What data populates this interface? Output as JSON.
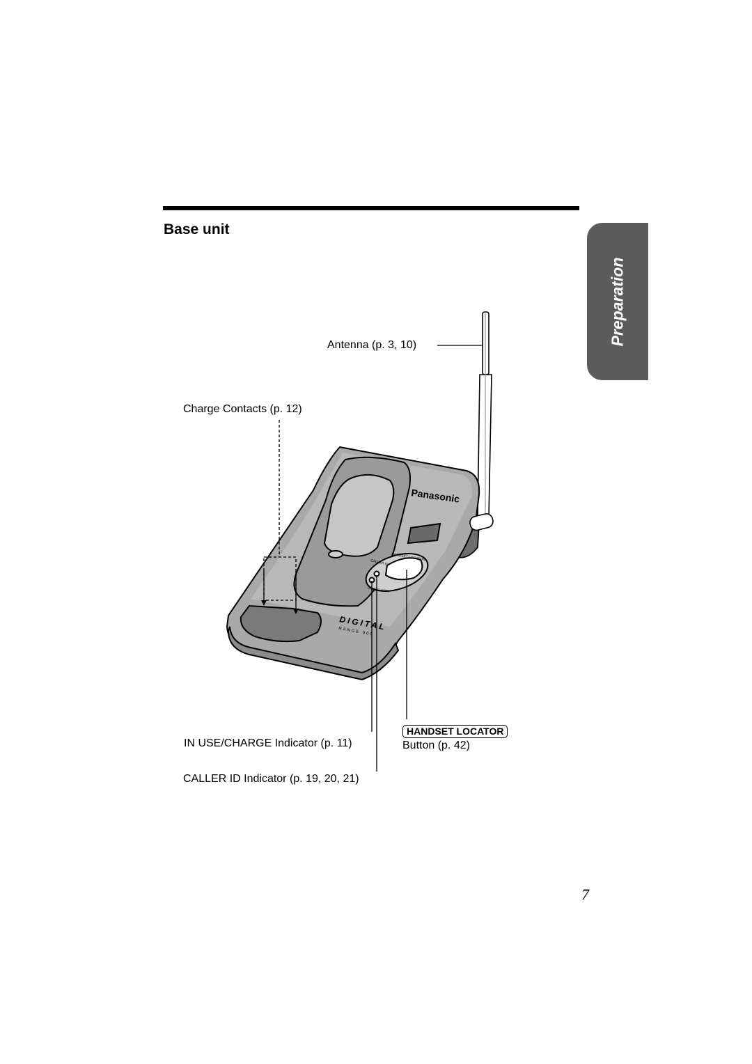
{
  "section": {
    "title": "Base unit"
  },
  "side_tab": {
    "label": "Preparation",
    "color": "#5c5c5c"
  },
  "callouts": {
    "antenna": "Antenna (p. 3, 10)",
    "charge_contacts": "Charge Contacts (p. 12)",
    "in_use_charge": "IN USE/CHARGE Indicator (p. 11)",
    "caller_id": "CALLER ID Indicator (p. 19, 20, 21)",
    "handset_locator_key": "HANDSET LOCATOR",
    "handset_locator_button": "Button (p. 42)"
  },
  "device_markings": {
    "brand": "Panasonic",
    "digital": "DIGITAL",
    "range": "RANGE 900",
    "caller_id_panel": "CALLER ID",
    "handset_locator_panel": "HANDSET LOCATOR",
    "in_use_charge_panel": "IN USE/CHARGE"
  },
  "page_number": "7"
}
